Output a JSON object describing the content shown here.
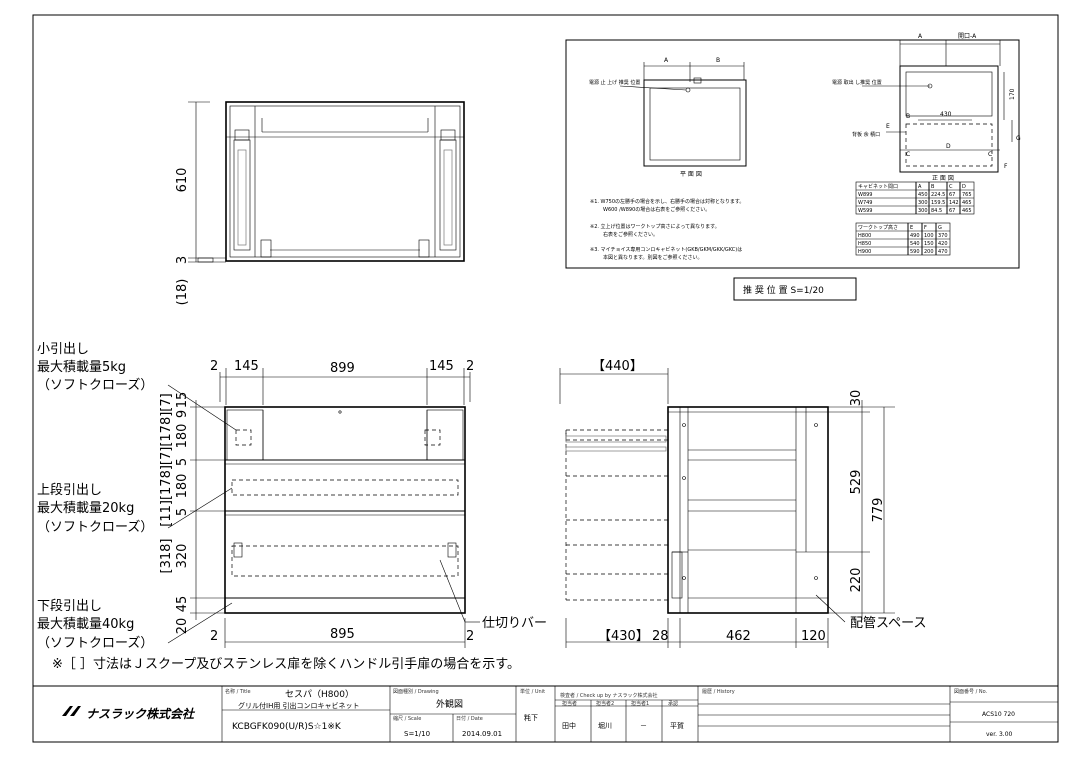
{
  "left_notes": {
    "small_drawer": [
      "小引出し",
      "最大積載量5kg",
      "（ソフトクローズ）"
    ],
    "upper_drawer": [
      "上段引出し",
      "最大積載量20kg",
      "（ソフトクローズ）"
    ],
    "lower_drawer": [
      "下段引出し",
      "最大積載量40kg",
      "（ソフトクローズ）"
    ]
  },
  "plan_dims": {
    "height": "610",
    "bottom": "3",
    "paren": "(18)"
  },
  "front_dims": {
    "width_top": "899",
    "left_small": "2",
    "left_145": "145",
    "right_145": "145",
    "right_small": "2",
    "width_bottom": "895",
    "bottom_left_2": "2",
    "bottom_right_2": "2",
    "v_15": "15",
    "v_9": "9",
    "v_180a": "180",
    "v_5a": "5",
    "v_180b": "180",
    "v_5b": "5",
    "v_320": "320",
    "v_45": "45",
    "v_20": "20",
    "bracket_a": "[11][178][7][178][7]",
    "bracket_b": "[318]"
  },
  "side_dims": {
    "top_bracket": "【440】",
    "bottom_bracket": "【430】",
    "d_28": "28",
    "d_462": "462",
    "d_120": "120",
    "v_30": "30",
    "v_529": "529",
    "v_779": "779",
    "v_220": "220"
  },
  "callouts": {
    "partition": "仕切りバー",
    "piping": "配管スペース"
  },
  "footnote": "※［ ］寸法はＪスクープ及びステンレス扉を除くハンドル引手扉の場合を示す。",
  "inset": {
    "caption": "推 奨 位 置 S=1/20",
    "plan_label": "平 面 図",
    "front_label": "正 面 図",
    "opening": "開口-A",
    "letters": {
      "a": "A",
      "b": "B",
      "c": "C",
      "d": "D",
      "e": "E",
      "f": "F",
      "g": "G"
    },
    "label_left": "電源 止 上げ 推奨 位置",
    "label_right": "電源 取出 し推奨 位置",
    "label_back": "背板 余 積口",
    "dim_430": "430",
    "dim_170": "170",
    "notes": [
      "※1. W750の左勝手の場合を示し、右勝手の場合は対称となります。",
      "W600 /W890の場合は右表をご参照ください。",
      "※2. 立上げ位置はワークトップ高さによって異なります。",
      "右表をご参照ください。",
      "※3. マイチョイス専用コンロキャビネット(GKB/GKM/GKK/GKC)は",
      "本図と異なります。別図をご参照ください。"
    ],
    "table1": {
      "headers": [
        "キャビネット間口",
        "A",
        "B",
        "C",
        "D"
      ],
      "rows": [
        [
          "W899",
          "450",
          "224.5",
          "67",
          "765"
        ],
        [
          "W749",
          "300",
          "159.5",
          "142",
          "465"
        ],
        [
          "W599",
          "300",
          "84.5",
          "67",
          "465"
        ]
      ]
    },
    "table2": {
      "headers": [
        "ワークトップ高さ",
        "E",
        "F",
        "G"
      ],
      "rows": [
        [
          "H800",
          "490",
          "100",
          "370"
        ],
        [
          "H850",
          "540",
          "150",
          "420"
        ],
        [
          "H900",
          "590",
          "200",
          "470"
        ]
      ]
    }
  },
  "title_block": {
    "logo": "ナスラック株式会社",
    "name_small": "名称 / Title",
    "name": "セスパ（H800）",
    "subname": "グリル付IH用 引出コンロキャビネット",
    "code": "KCBGFK090(U/R)S☆1※K",
    "drawing_type_small": "図面種別 / Drawing",
    "drawing_type": "外観図",
    "scale_small": "縮尺 / Scale",
    "scale": "S=1/10",
    "date_small": "日付 / Date",
    "date": "2014.09.01",
    "unit_small": "単位 / Unit",
    "unit": "粍下",
    "check_header": "検査者 / Check up by ナスラック株式会社",
    "check_cols": [
      "担当者",
      "担当者2",
      "担当者1",
      "承認"
    ],
    "check_names": [
      "田中",
      "堀川",
      "－",
      "平賀"
    ],
    "history_small": "履歴 / History",
    "drawing_no_small": "図面番号 / No.",
    "drawing_no": "ACS10 720",
    "version": "ver. 3.00"
  }
}
